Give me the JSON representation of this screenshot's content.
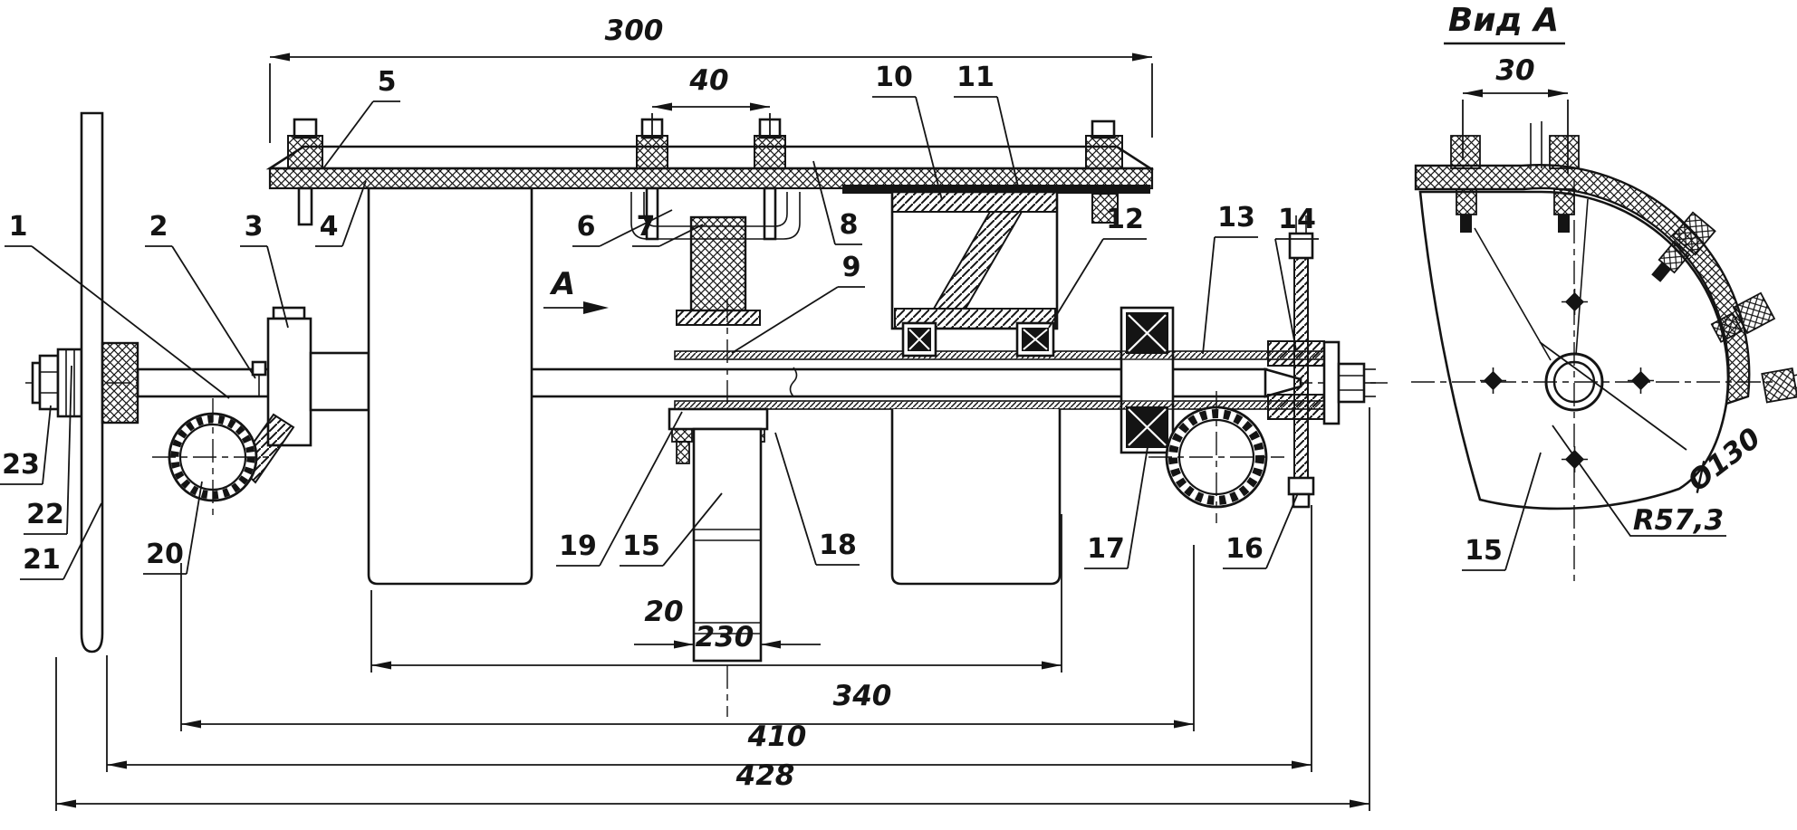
{
  "labels": {
    "view_title": "Вид А",
    "view_arrow": "А"
  },
  "dimensions": {
    "plate_length": "300",
    "clamp_bolt_spacing": "40",
    "tube_width": "20",
    "blade_span": "230",
    "axle_span": "340",
    "shaft_length": "410",
    "overall_width": "428",
    "hole_spacing": "30",
    "bolt_circle": "Ø130",
    "sector_radius": "R57,3"
  },
  "callouts": {
    "c1": "1",
    "c2": "2",
    "c3": "3",
    "c4": "4",
    "c5": "5",
    "c6": "6",
    "c7": "7",
    "c8": "8",
    "c9": "9",
    "c10": "10",
    "c11": "11",
    "c12": "12",
    "c13": "13",
    "c14": "14",
    "c15": "15",
    "c16": "16",
    "c17": "17",
    "c18": "18",
    "c19": "19",
    "c20": "20",
    "c21": "21",
    "c22": "22",
    "c23": "23",
    "view_c15": "15"
  },
  "colors": {
    "ink": "#141414",
    "paper": "#ffffff"
  }
}
